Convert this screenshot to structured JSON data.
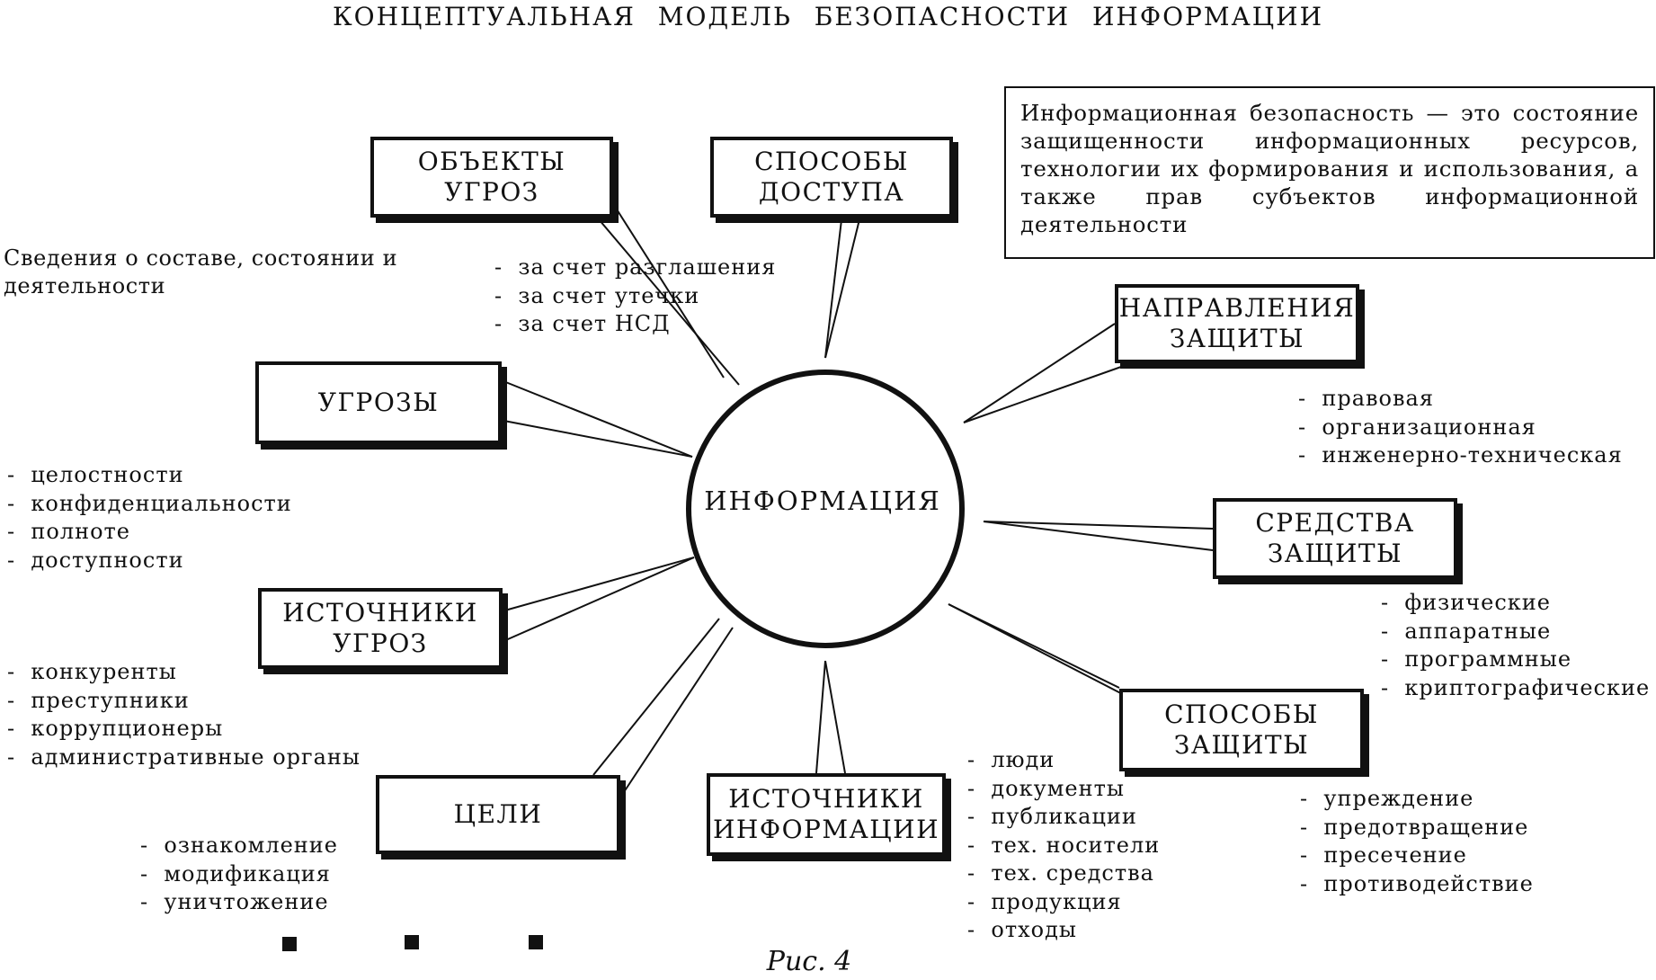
{
  "title": "КОНЦЕПТУАЛЬНАЯ МОДЕЛЬ БЕЗОПАСНОСТИ ИНФОРМАЦИИ",
  "center": "ИНФОРМАЦИЯ",
  "definition": "Информационная безопасность — это состояние защищенности информационных ресурсов, технологии их формирования и использования, а также прав субъектов информационной деятельности",
  "boxes": {
    "objects": "ОБЪЕКТЫ\nУГРОЗ",
    "access": "СПОСОБЫ\nДОСТУПА",
    "directions": "НАПРАВЛЕНИЯ\nЗАЩИТЫ",
    "threats": "УГРОЗЫ",
    "means": "СРЕДСТВА\nЗАЩИТЫ",
    "sources_threats": "ИСТОЧНИКИ\nУГРОЗ",
    "methods": "СПОСОБЫ\nЗАЩИТЫ",
    "goals": "ЦЕЛИ",
    "sources_info": "ИСТОЧНИКИ\nИНФОРМАЦИИ"
  },
  "objects_note": "Сведения о составе, состоянии и\nдеятельности",
  "access_items": [
    "за счет разглашения",
    "за счет утечки",
    "за счет НСД"
  ],
  "threat_items": [
    "целостности",
    "конфиденциальности",
    "полноте",
    "доступности"
  ],
  "threat_source_items": [
    "конкуренты",
    "преступники",
    "коррупционеры",
    "административные органы"
  ],
  "goal_items": [
    "ознакомление",
    "модификация",
    "уничтожение"
  ],
  "info_source_items": [
    "люди",
    "документы",
    "публикации",
    "тех. носители",
    "тех. средства",
    "продукция",
    "отходы"
  ],
  "direction_items": [
    "правовая",
    "организационная",
    "инженерно-техническая"
  ],
  "means_items": [
    "физические",
    "аппаратные",
    "программные",
    "криптографические"
  ],
  "method_items": [
    "упреждение",
    "предотвращение",
    "пресечение",
    "противодействие"
  ],
  "caption": "Рис. 4"
}
